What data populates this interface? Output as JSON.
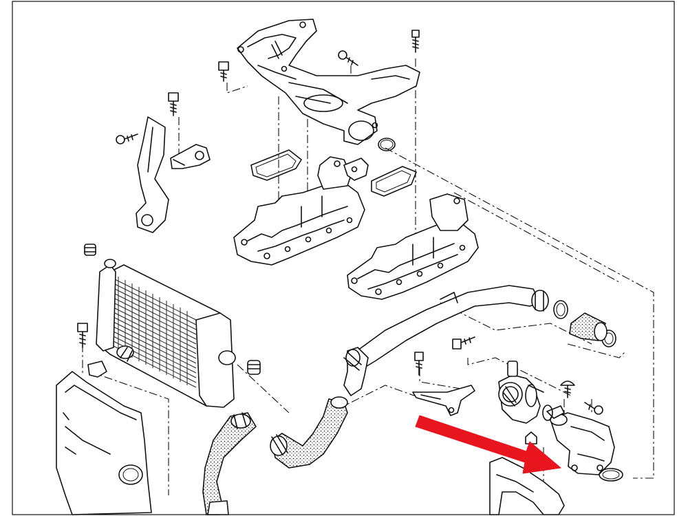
{
  "diagram": {
    "style": "exploded-parts-line-drawing",
    "colors": {
      "line": "#111111",
      "background": "#ffffff",
      "arrow": "#e8141e"
    },
    "highlight": {
      "shape": "arrow",
      "color": "#e8141e",
      "target": "thermostat-outlet-flange"
    },
    "components": [
      "intake-manifold-upper",
      "mounting-bracket-left",
      "cylinder-head-cover-left",
      "cylinder-head-cover-right",
      "gasket-left",
      "gasket-right",
      "o-ring-upper",
      "intercooler",
      "coolant-pipe",
      "charge-hose-left",
      "charge-hose-center",
      "boost-hose-right",
      "throttle-body",
      "thermostat-outlet-flange",
      "o-ring-lower",
      "heat-shield-left",
      "bracket-lower",
      "clamps",
      "bolts"
    ]
  }
}
